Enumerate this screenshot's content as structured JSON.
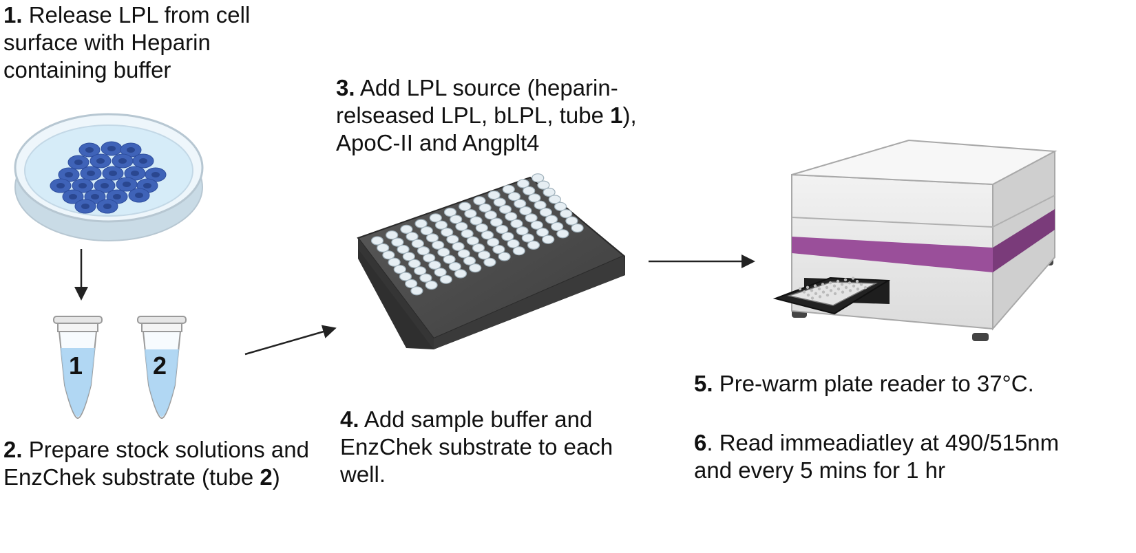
{
  "steps": [
    {
      "num": "1.",
      "text": " Release LPL from cell surface with Heparin containing buffer"
    },
    {
      "num": "2.",
      "pre": " Prepare stock solutions and EnzChek substrate (tube ",
      "bold": "2",
      "post": ")"
    },
    {
      "num": "3.",
      "pre": " Add LPL source (heparin-relseased LPL, bLPL, tube ",
      "bold": "1",
      "post": "), ApoC-II and Angplt4"
    },
    {
      "num": "4.",
      "text": " Add sample buffer and EnzChek substrate to each well."
    },
    {
      "num": "5.",
      "text": " Pre-warm plate reader to 37°C."
    },
    {
      "num": "6",
      "text": ". Read immeadiatley at 490/515nm and every 5 mins for 1 hr"
    }
  ],
  "tubes": [
    {
      "label": "1"
    },
    {
      "label": "2"
    }
  ],
  "colors": {
    "cell": "#3f63b8",
    "cell_nucleus": "#2a4790",
    "dish_medium": "#d6ecf8",
    "tube_liquid": "#a9d3f2",
    "plate_body": "#4a4a4a",
    "reader_stripe": "#9a4f9a",
    "reader_body": "#e9e9e9"
  },
  "icons": [
    "petri-dish-icon",
    "microtube-icon",
    "96-well-plate-icon",
    "plate-reader-icon",
    "arrow-icon"
  ]
}
